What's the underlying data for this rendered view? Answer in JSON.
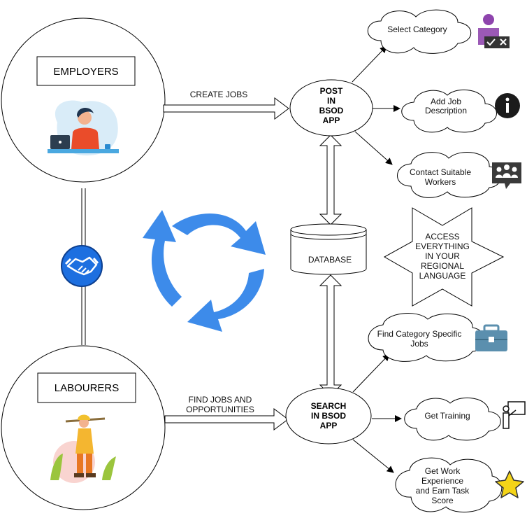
{
  "employers": {
    "label": "EMPLOYERS"
  },
  "labourers": {
    "label": "LABOURERS"
  },
  "create_jobs": {
    "label": "CREATE JOBS"
  },
  "find_jobs": {
    "line1": "FIND JOBS AND",
    "line2": "OPPORTUNITIES"
  },
  "post_app": {
    "line1": "POST",
    "line2": "IN",
    "line3": "BSOD",
    "line4": "APP"
  },
  "search_app": {
    "line1": "SEARCH",
    "line2": "IN BSOD",
    "line3": "APP"
  },
  "database": {
    "label": "DATABASE"
  },
  "star": {
    "line1": "ACCESS",
    "line2": "EVERYTHING",
    "line3": "IN YOUR",
    "line4": "REGIONAL",
    "line5": "LANGUAGE"
  },
  "clouds": {
    "select_category": {
      "line1": "Select Category"
    },
    "add_job": {
      "line1": "Add Job",
      "line2": "Description"
    },
    "contact_workers": {
      "line1": "Contact Suitable",
      "line2": "Workers"
    },
    "find_category": {
      "line1": "Find Category Specific",
      "line2": "Jobs"
    },
    "get_training": {
      "line1": "Get Training"
    },
    "get_work": {
      "line1": "Get Work",
      "line2": "Experience",
      "line3": "and Earn Task",
      "line4": "Score"
    }
  },
  "icons": [
    "user-check-icon",
    "info-icon",
    "team-chat-icon",
    "briefcase-icon",
    "presentation-icon",
    "star-icon",
    "handshake-icon",
    "cycle-arrows-icon"
  ],
  "colors": {
    "cycle_blue": "#3d8bea",
    "handshake_blue": "#1d6fe0",
    "briefcase": "#5b8fae",
    "star_yellow": "#f4d418"
  }
}
